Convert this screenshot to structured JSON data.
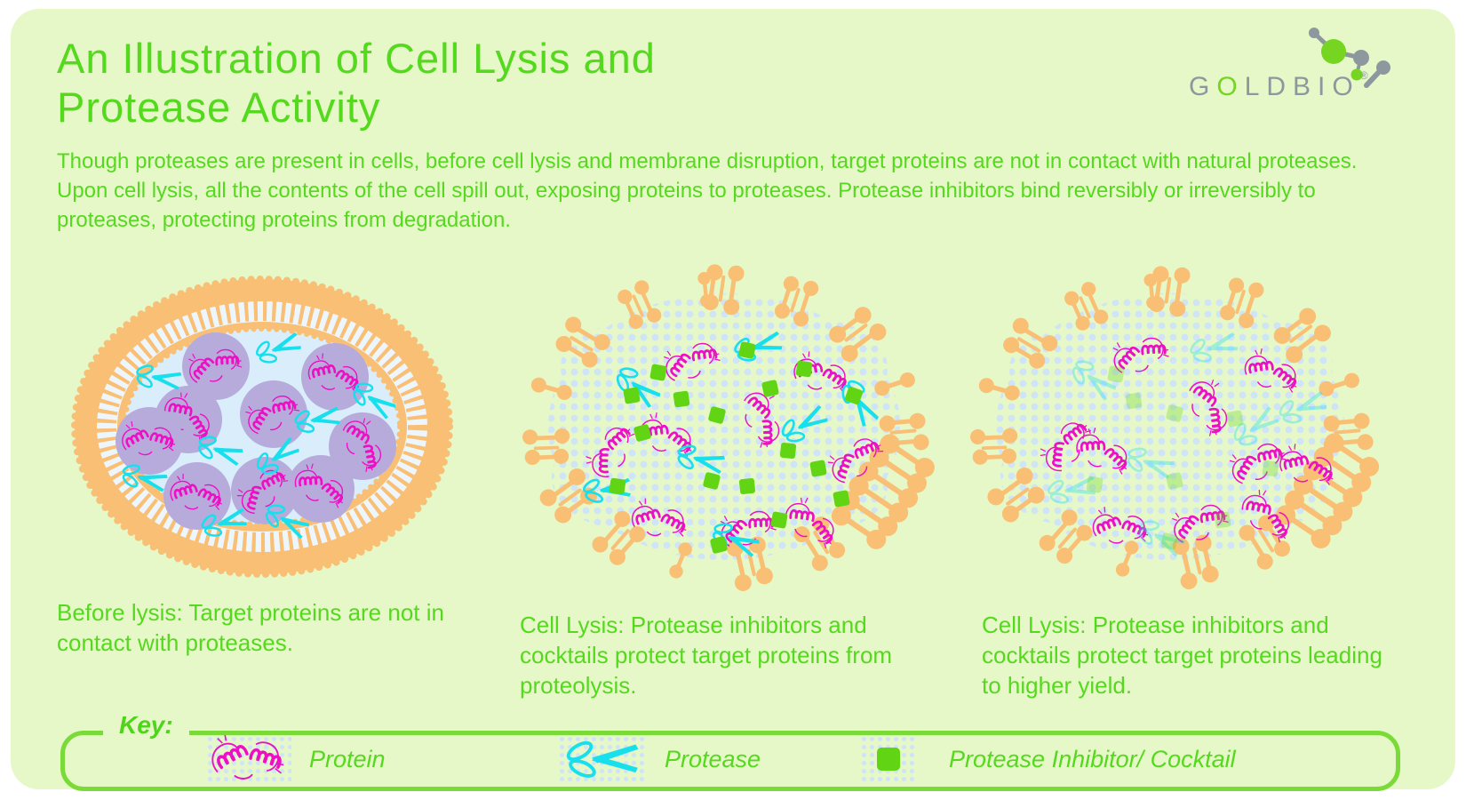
{
  "header": {
    "title_line1": "An Illustration of Cell Lysis and",
    "title_line2": "Protease Activity",
    "intro": "Though proteases are present in cells, before cell lysis and membrane disruption, target proteins are not in contact with natural proteases. Upon cell lysis, all the contents of the cell spill out, exposing proteins to proteases. Protease inhibitors bind reversibly or irreversibly to proteases, protecting proteins from degradation."
  },
  "logo": {
    "brand_prefix": "G",
    "brand_green_letter": "O",
    "brand_suffix": "LDBIO",
    "registered_mark": "®"
  },
  "panels": [
    {
      "id": "before-lysis",
      "caption": "Before lysis: Target proteins are not in contact with proteases."
    },
    {
      "id": "lysis-protected",
      "caption": "Cell Lysis: Protease inhibitors and cocktails protect target proteins from proteolysis."
    },
    {
      "id": "lysis-yield",
      "caption": "Cell Lysis: Protease inhibitors and cocktails protect target proteins leading to higher yield."
    }
  ],
  "key": {
    "label": "Key:",
    "items": [
      {
        "icon": "protein-icon",
        "label": "Protein"
      },
      {
        "icon": "protease-icon",
        "label": "Protease"
      },
      {
        "icon": "protease-inhibitor-icon",
        "label": "Protease Inhibitor/ Cocktail"
      }
    ]
  },
  "colors": {
    "text_green": "#55d91e",
    "membrane_orange": "#f8bf75",
    "cytoplasm_blue": "#d9edfb",
    "dot_blue": "#cfe4f7",
    "organelle_lavender": "#b7abdc",
    "protein_magenta": "#ed0fc4",
    "protease_cyan": "#17e0ec",
    "inhibitor_green": "#61d414",
    "logo_gray": "#8d989e",
    "logo_green": "#76d520",
    "panel_bg": "#e6f8c7"
  }
}
